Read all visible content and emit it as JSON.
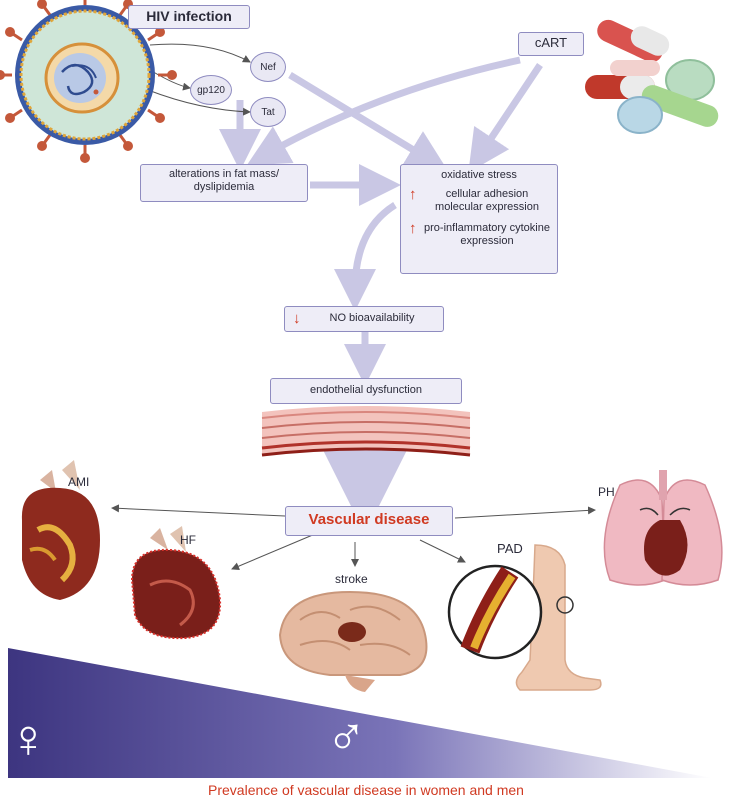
{
  "nodes": {
    "hiv_infection": "HIV infection",
    "nef": "Nef",
    "gp120": "gp120",
    "tat": "Tat",
    "cart": "cART",
    "fat_mass": "alterations in fat mass/ dyslipidemia",
    "oxidative_stress": "oxidative stress",
    "adhesion": "cellular adhesion molecular expression",
    "cytokine": "pro-inflammatory cytokine expression",
    "no_bio": "NO bioavailability",
    "endothelial": "endothelial dysfunction",
    "vascular": "Vascular disease"
  },
  "outcomes": {
    "ami": "AMI",
    "hf": "HF",
    "stroke": "stroke",
    "pad": "PAD",
    "ph": "PH"
  },
  "prevalence": {
    "caption": "Prevalence of vascular disease in women and men",
    "female_symbol": "♀",
    "male_symbol": "♂"
  },
  "colors": {
    "box_fill": "#eeedf7",
    "box_border": "#8f8cc0",
    "arrow": "#c9c7e4",
    "accent_red": "#d03a22",
    "gradient_dark": "#3d3580"
  },
  "icons": [
    "virus-icon",
    "pills-icon",
    "vessel-icon",
    "heart-icon",
    "heart-hf-icon",
    "brain-icon",
    "leg-icon",
    "lungs-icon"
  ]
}
